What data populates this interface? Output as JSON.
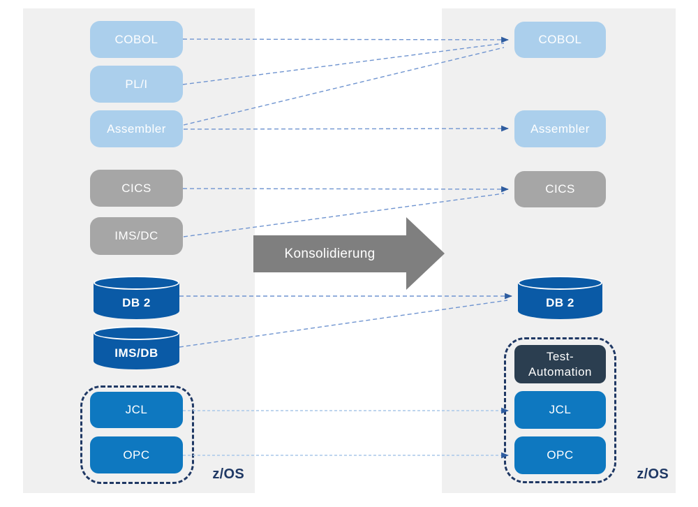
{
  "arrow": {
    "label": "Konsolidierung"
  },
  "left": {
    "os_label": "z/OS",
    "languages": [
      {
        "label": "COBOL"
      },
      {
        "label": "PL/I"
      },
      {
        "label": "Assembler"
      }
    ],
    "middleware": [
      {
        "label": "CICS"
      },
      {
        "label": "IMS/DC"
      }
    ],
    "databases": [
      {
        "label": "DB 2"
      },
      {
        "label": "IMS/DB"
      }
    ],
    "scheduling": [
      {
        "label": "JCL"
      },
      {
        "label": "OPC"
      }
    ]
  },
  "right": {
    "os_label": "z/OS",
    "languages": [
      {
        "label": "COBOL"
      },
      {
        "label": "Assembler"
      }
    ],
    "middleware": [
      {
        "label": "CICS"
      }
    ],
    "databases": [
      {
        "label": "DB 2"
      }
    ],
    "scheduling": [
      {
        "label": "Test-Automation"
      },
      {
        "label": "JCL"
      },
      {
        "label": "OPC"
      }
    ]
  },
  "edges": [
    {
      "from": "left-cobol",
      "to": "right-cobol"
    },
    {
      "from": "left-pli",
      "to": "right-cobol"
    },
    {
      "from": "left-assembler",
      "to": "right-cobol"
    },
    {
      "from": "left-assembler",
      "to": "right-assembler"
    },
    {
      "from": "left-cics",
      "to": "right-cics"
    },
    {
      "from": "left-ims-dc",
      "to": "right-cics"
    },
    {
      "from": "left-db2",
      "to": "right-db2"
    },
    {
      "from": "left-ims-db",
      "to": "right-db2"
    },
    {
      "from": "left-jcl",
      "to": "right-jcl"
    },
    {
      "from": "left-opc",
      "to": "right-opc"
    }
  ],
  "colors": {
    "panel": "#f0f0f0",
    "language_box": "#abcfec",
    "middleware_box": "#a6a6a6",
    "database_cylinder": "#0a5aa6",
    "scheduling_box": "#0e78c0",
    "test_automation_box": "#2b3e50",
    "dashed_border": "#1f3864",
    "connector": "#6f94d0",
    "connector_light": "#a9c7e9",
    "arrowhead": "#2e5c9f",
    "big_arrow": "#7f7f7f",
    "os_text": "#1f3864"
  }
}
